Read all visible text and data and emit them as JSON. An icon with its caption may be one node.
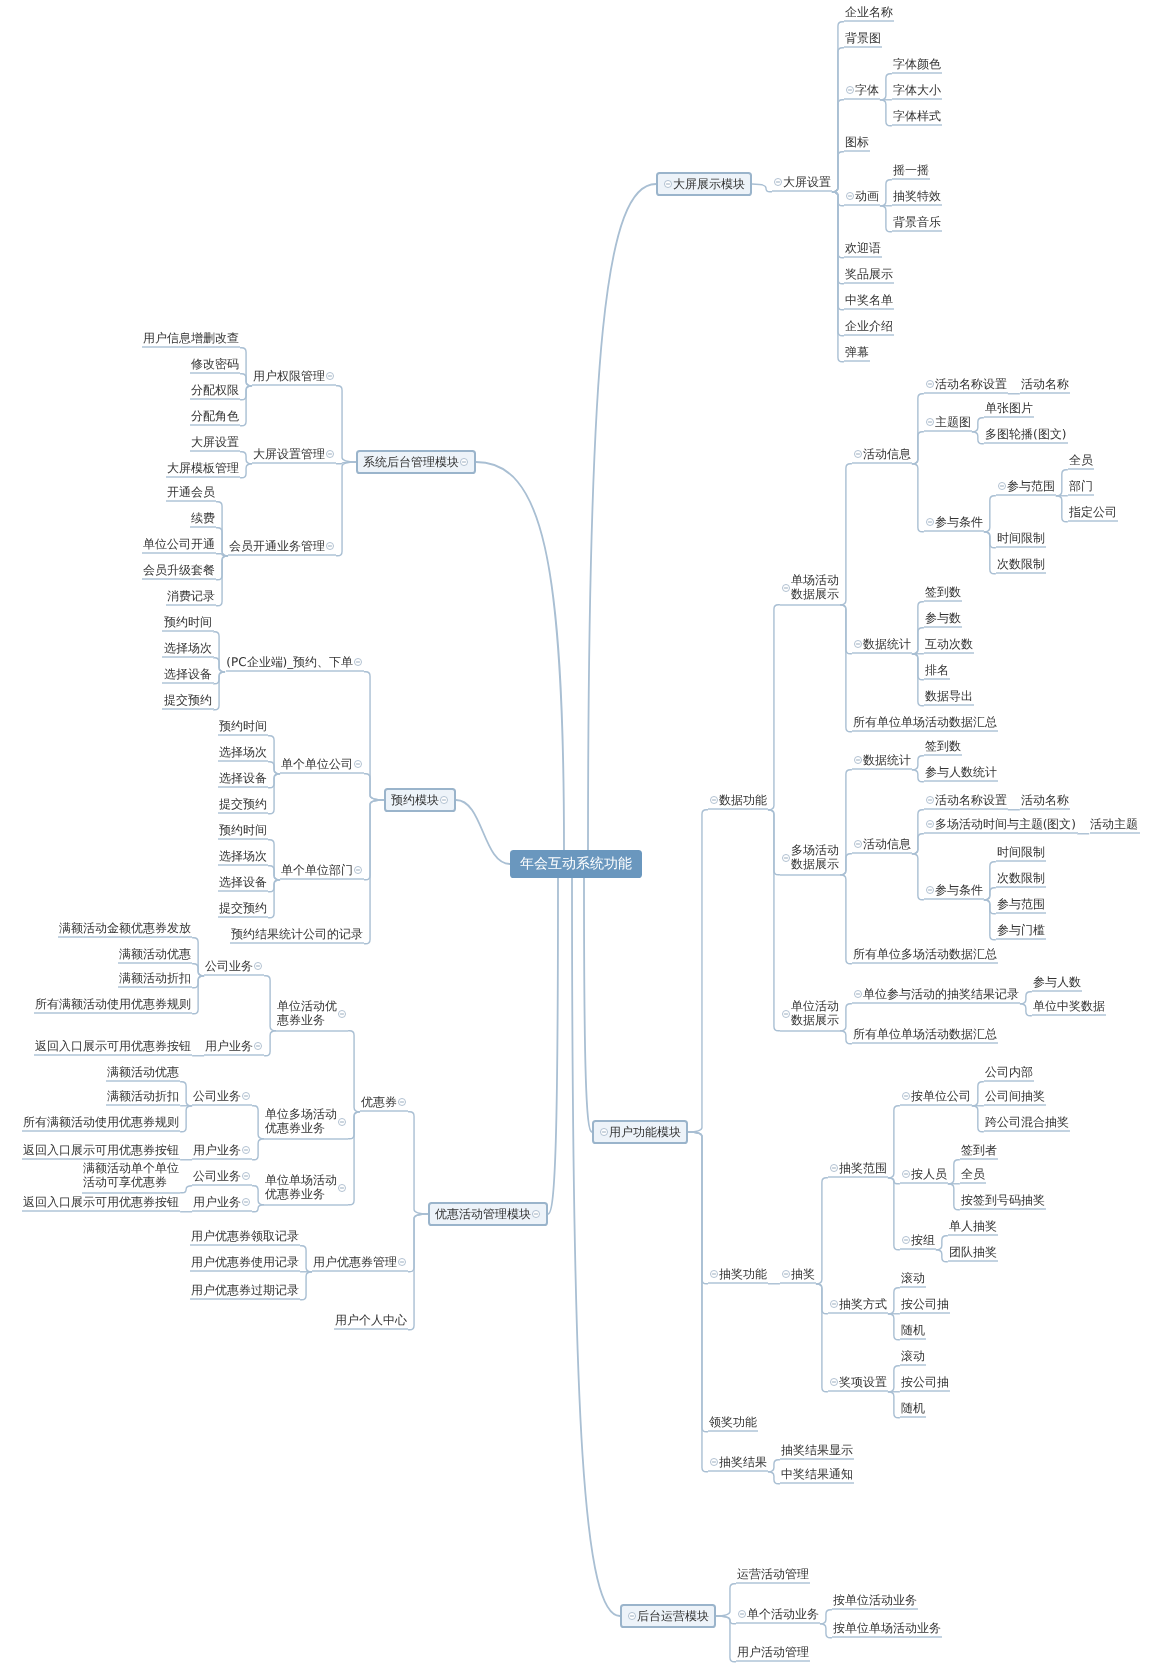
{
  "diagram": {
    "nodes": [
      {
        "text": [
          "年会互动系统功能"
        ]
      },
      {
        "text": [
          "大屏展示模块"
        ]
      },
      {
        "text": [
          "大屏设置"
        ]
      },
      {
        "text": [
          "企业名称"
        ]
      },
      {
        "text": [
          "背景图"
        ]
      },
      {
        "text": [
          "字体"
        ]
      },
      {
        "text": [
          "字体颜色"
        ]
      },
      {
        "text": [
          "字体大小"
        ]
      },
      {
        "text": [
          "字体样式"
        ]
      },
      {
        "text": [
          "图标"
        ]
      },
      {
        "text": [
          "动画"
        ]
      },
      {
        "text": [
          "摇一摇"
        ]
      },
      {
        "text": [
          "抽奖特效"
        ]
      },
      {
        "text": [
          "背景音乐"
        ]
      },
      {
        "text": [
          "欢迎语"
        ]
      },
      {
        "text": [
          "奖品展示"
        ]
      },
      {
        "text": [
          "中奖名单"
        ]
      },
      {
        "text": [
          "企业介绍"
        ]
      },
      {
        "text": [
          "弹幕"
        ]
      },
      {
        "text": [
          "用户功能模块"
        ]
      },
      {
        "text": [
          "数据功能"
        ]
      },
      {
        "text": [
          "单场活动数据展示"
        ]
      },
      {
        "text": [
          "活动信息"
        ]
      },
      {
        "text": [
          "活动名称设置"
        ]
      },
      {
        "text": [
          "活动名称"
        ]
      },
      {
        "text": [
          "主题图"
        ]
      },
      {
        "text": [
          "单张图片"
        ]
      },
      {
        "text": [
          "多图轮播(图文)"
        ]
      },
      {
        "text": [
          "参与条件"
        ]
      },
      {
        "text": [
          "参与范围"
        ]
      },
      {
        "text": [
          "全员"
        ]
      },
      {
        "text": [
          "部门"
        ]
      },
      {
        "text": [
          "指定公司"
        ]
      },
      {
        "text": [
          "时间限制"
        ]
      },
      {
        "text": [
          "次数限制"
        ]
      },
      {
        "text": [
          "数据统计"
        ]
      },
      {
        "text": [
          "签到数"
        ]
      },
      {
        "text": [
          "参与数"
        ]
      },
      {
        "text": [
          "互动次数"
        ]
      },
      {
        "text": [
          "排名"
        ]
      },
      {
        "text": [
          "数据导出"
        ]
      },
      {
        "text": [
          "所有单位单场活动数据汇总"
        ]
      },
      {
        "text": [
          "多场活动数据展示"
        ]
      },
      {
        "text": [
          "数据统计"
        ]
      },
      {
        "text": [
          "签到数"
        ]
      },
      {
        "text": [
          "参与人数统计"
        ]
      },
      {
        "text": [
          "活动信息"
        ]
      },
      {
        "text": [
          "活动名称设置"
        ]
      },
      {
        "text": [
          "活动名称"
        ]
      },
      {
        "text": [
          "多场活动时间与主题(图文)"
        ]
      },
      {
        "text": [
          "活动主题"
        ]
      },
      {
        "text": [
          "参与条件"
        ]
      },
      {
        "text": [
          "时间限制"
        ]
      },
      {
        "text": [
          "次数限制"
        ]
      },
      {
        "text": [
          "参与范围"
        ]
      },
      {
        "text": [
          "参与门槛"
        ]
      },
      {
        "text": [
          "所有单位多场活动数据汇总"
        ]
      },
      {
        "text": [
          "单位活动数据展示"
        ]
      },
      {
        "text": [
          "单位参与活动的抽奖结果记录"
        ]
      },
      {
        "text": [
          "参与人数"
        ]
      },
      {
        "text": [
          "单位中奖数据"
        ]
      },
      {
        "text": [
          "所有单位单场活动数据汇总"
        ]
      },
      {
        "text": [
          "抽奖功能"
        ]
      },
      {
        "text": [
          "抽奖"
        ]
      },
      {
        "text": [
          "抽奖范围"
        ]
      },
      {
        "text": [
          "按单位公司"
        ]
      },
      {
        "text": [
          "公司内部"
        ]
      },
      {
        "text": [
          "公司间抽奖"
        ]
      },
      {
        "text": [
          "跨公司混合抽奖"
        ]
      },
      {
        "text": [
          "按人员"
        ]
      },
      {
        "text": [
          "签到者"
        ]
      },
      {
        "text": [
          "全员"
        ]
      },
      {
        "text": [
          "按签到号码抽奖"
        ]
      },
      {
        "text": [
          "按组"
        ]
      },
      {
        "text": [
          "单人抽奖"
        ]
      },
      {
        "text": [
          "团队抽奖"
        ]
      },
      {
        "text": [
          "抽奖方式"
        ]
      },
      {
        "text": [
          "滚动"
        ]
      },
      {
        "text": [
          "按公司抽"
        ]
      },
      {
        "text": [
          "随机"
        ]
      },
      {
        "text": [
          "奖项设置"
        ]
      },
      {
        "text": [
          "滚动"
        ]
      },
      {
        "text": [
          "按公司抽"
        ]
      },
      {
        "text": [
          "随机"
        ]
      },
      {
        "text": [
          "领奖功能"
        ]
      },
      {
        "text": [
          "抽奖结果"
        ]
      },
      {
        "text": [
          "抽奖结果显示"
        ]
      },
      {
        "text": [
          "中奖结果通知"
        ]
      },
      {
        "text": [
          "后台运营模块"
        ]
      },
      {
        "text": [
          "运营活动管理"
        ]
      },
      {
        "text": [
          "单个活动业务"
        ]
      },
      {
        "text": [
          "按单位活动业务"
        ]
      },
      {
        "text": [
          "按单位单场活动业务"
        ]
      },
      {
        "text": [
          "用户活动管理"
        ]
      },
      {
        "text": [
          "系统后台管理模块"
        ]
      },
      {
        "text": [
          "用户权限管理"
        ]
      },
      {
        "text": [
          "用户信息增删改查"
        ]
      },
      {
        "text": [
          "修改密码"
        ]
      },
      {
        "text": [
          "分配权限"
        ]
      },
      {
        "text": [
          "分配角色"
        ]
      },
      {
        "text": [
          "大屏设置管理"
        ]
      },
      {
        "text": [
          "大屏设置"
        ]
      },
      {
        "text": [
          "大屏模板管理"
        ]
      },
      {
        "text": [
          "会员开通业务管理"
        ]
      },
      {
        "text": [
          "开通会员"
        ]
      },
      {
        "text": [
          "续费"
        ]
      },
      {
        "text": [
          "单位公司开通"
        ]
      },
      {
        "text": [
          "会员升级套餐"
        ]
      },
      {
        "text": [
          "消费记录"
        ]
      },
      {
        "text": [
          "预约模块"
        ]
      },
      {
        "text": [
          "(PC企业端)_预约、下单"
        ]
      },
      {
        "text": [
          "预约时间"
        ]
      },
      {
        "text": [
          "选择场次"
        ]
      },
      {
        "text": [
          "选择设备"
        ]
      },
      {
        "text": [
          "提交预约"
        ]
      },
      {
        "text": [
          "单个单位公司"
        ]
      },
      {
        "text": [
          "预约时间"
        ]
      },
      {
        "text": [
          "选择场次"
        ]
      },
      {
        "text": [
          "选择设备"
        ]
      },
      {
        "text": [
          "提交预约"
        ]
      },
      {
        "text": [
          "单个单位部门"
        ]
      },
      {
        "text": [
          "预约时间"
        ]
      },
      {
        "text": [
          "选择场次"
        ]
      },
      {
        "text": [
          "选择设备"
        ]
      },
      {
        "text": [
          "提交预约"
        ]
      },
      {
        "text": [
          "预约结果统计公司的记录"
        ]
      },
      {
        "text": [
          "优惠活动管理模块"
        ]
      },
      {
        "text": [
          "优惠券"
        ]
      },
      {
        "text": [
          "单位活动优惠券业务"
        ]
      },
      {
        "text": [
          "公司业务"
        ]
      },
      {
        "text": [
          "满额活动金额优惠券发放"
        ]
      },
      {
        "text": [
          "满额活动优惠"
        ]
      },
      {
        "text": [
          "满额活动折扣"
        ]
      },
      {
        "text": [
          "所有满额活动使用优惠券规则"
        ]
      },
      {
        "text": [
          "用户业务"
        ]
      },
      {
        "text": [
          "返回入口展示可用优惠券按钮"
        ]
      },
      {
        "text": [
          "单位多场活动优惠券业务"
        ]
      },
      {
        "text": [
          "公司业务"
        ]
      },
      {
        "text": [
          "满额活动优惠"
        ]
      },
      {
        "text": [
          "满额活动折扣"
        ]
      },
      {
        "text": [
          "所有满额活动使用优惠券规则"
        ]
      },
      {
        "text": [
          "用户业务"
        ]
      },
      {
        "text": [
          "返回入口展示可用优惠券按钮"
        ]
      },
      {
        "text": [
          "单位单场活动优惠券业务"
        ]
      },
      {
        "text": [
          "公司业务"
        ]
      },
      {
        "text": [
          "满额活动单个单位活动可享优惠券"
        ]
      },
      {
        "text": [
          "用户业务"
        ]
      },
      {
        "text": [
          "返回入口展示可用优惠券按钮"
        ]
      },
      {
        "text": [
          "用户优惠券管理"
        ]
      },
      {
        "text": [
          "用户优惠券领取记录"
        ]
      },
      {
        "text": [
          "用户优惠券使用记录"
        ]
      },
      {
        "text": [
          "用户优惠券过期记录"
        ]
      },
      {
        "text": [
          "用户个人中心"
        ]
      }
    ],
    "edges": [
      {
        "from": 0,
        "to": 1,
        "arrow": "none"
      },
      {
        "from": 1,
        "to": 2,
        "arrow": "none"
      },
      {
        "from": 2,
        "to": 3,
        "arrow": "none"
      },
      {
        "from": 2,
        "to": 4,
        "arrow": "none"
      },
      {
        "from": 2,
        "to": 5,
        "arrow": "none"
      },
      {
        "from": 5,
        "to": 6,
        "arrow": "none"
      },
      {
        "from": 5,
        "to": 7,
        "arrow": "none"
      },
      {
        "from": 5,
        "to": 8,
        "arrow": "none"
      },
      {
        "from": 2,
        "to": 9,
        "arrow": "none"
      },
      {
        "from": 2,
        "to": 10,
        "arrow": "none"
      },
      {
        "from": 10,
        "to": 11,
        "arrow": "none"
      },
      {
        "from": 10,
        "to": 12,
        "arrow": "none"
      },
      {
        "from": 10,
        "to": 13,
        "arrow": "none"
      },
      {
        "from": 2,
        "to": 14,
        "arrow": "none"
      },
      {
        "from": 2,
        "to": 15,
        "arrow": "none"
      },
      {
        "from": 2,
        "to": 16,
        "arrow": "none"
      },
      {
        "from": 2,
        "to": 17,
        "arrow": "none"
      },
      {
        "from": 2,
        "to": 18,
        "arrow": "none"
      },
      {
        "from": 0,
        "to": 19,
        "arrow": "none"
      },
      {
        "from": 19,
        "to": 20,
        "arrow": "none"
      },
      {
        "from": 20,
        "to": 21,
        "arrow": "none"
      },
      {
        "from": 21,
        "to": 22,
        "arrow": "none"
      },
      {
        "from": 22,
        "to": 23,
        "arrow": "none"
      },
      {
        "from": 23,
        "to": 24,
        "arrow": "none"
      },
      {
        "from": 22,
        "to": 25,
        "arrow": "none"
      },
      {
        "from": 25,
        "to": 26,
        "arrow": "none"
      },
      {
        "from": 25,
        "to": 27,
        "arrow": "none"
      },
      {
        "from": 22,
        "to": 28,
        "arrow": "none"
      },
      {
        "from": 28,
        "to": 29,
        "arrow": "none"
      },
      {
        "from": 29,
        "to": 30,
        "arrow": "none"
      },
      {
        "from": 29,
        "to": 31,
        "arrow": "none"
      },
      {
        "from": 29,
        "to": 32,
        "arrow": "none"
      },
      {
        "from": 28,
        "to": 33,
        "arrow": "none"
      },
      {
        "from": 28,
        "to": 34,
        "arrow": "none"
      },
      {
        "from": 21,
        "to": 35,
        "arrow": "none"
      },
      {
        "from": 35,
        "to": 36,
        "arrow": "none"
      },
      {
        "from": 35,
        "to": 37,
        "arrow": "none"
      },
      {
        "from": 35,
        "to": 38,
        "arrow": "none"
      },
      {
        "from": 35,
        "to": 39,
        "arrow": "none"
      },
      {
        "from": 35,
        "to": 40,
        "arrow": "none"
      },
      {
        "from": 21,
        "to": 41,
        "arrow": "none"
      },
      {
        "from": 20,
        "to": 42,
        "arrow": "none"
      },
      {
        "from": 42,
        "to": 43,
        "arrow": "none"
      },
      {
        "from": 43,
        "to": 44,
        "arrow": "none"
      },
      {
        "from": 43,
        "to": 45,
        "arrow": "none"
      },
      {
        "from": 42,
        "to": 46,
        "arrow": "none"
      },
      {
        "from": 46,
        "to": 47,
        "arrow": "none"
      },
      {
        "from": 47,
        "to": 48,
        "arrow": "none"
      },
      {
        "from": 46,
        "to": 49,
        "arrow": "none"
      },
      {
        "from": 49,
        "to": 50,
        "arrow": "none"
      },
      {
        "from": 46,
        "to": 51,
        "arrow": "none"
      },
      {
        "from": 51,
        "to": 52,
        "arrow": "none"
      },
      {
        "from": 51,
        "to": 53,
        "arrow": "none"
      },
      {
        "from": 51,
        "to": 54,
        "arrow": "none"
      },
      {
        "from": 51,
        "to": 55,
        "arrow": "none"
      },
      {
        "from": 42,
        "to": 56,
        "arrow": "none"
      },
      {
        "from": 20,
        "to": 57,
        "arrow": "none"
      },
      {
        "from": 57,
        "to": 58,
        "arrow": "none"
      },
      {
        "from": 58,
        "to": 59,
        "arrow": "none"
      },
      {
        "from": 58,
        "to": 60,
        "arrow": "none"
      },
      {
        "from": 57,
        "to": 61,
        "arrow": "none"
      },
      {
        "from": 19,
        "to": 62,
        "arrow": "none"
      },
      {
        "from": 62,
        "to": 63,
        "arrow": "none"
      },
      {
        "from": 63,
        "to": 64,
        "arrow": "none"
      },
      {
        "from": 64,
        "to": 65,
        "arrow": "none"
      },
      {
        "from": 65,
        "to": 66,
        "arrow": "none"
      },
      {
        "from": 65,
        "to": 67,
        "arrow": "none"
      },
      {
        "from": 65,
        "to": 68,
        "arrow": "none"
      },
      {
        "from": 64,
        "to": 69,
        "arrow": "none"
      },
      {
        "from": 69,
        "to": 70,
        "arrow": "none"
      },
      {
        "from": 69,
        "to": 71,
        "arrow": "none"
      },
      {
        "from": 69,
        "to": 72,
        "arrow": "none"
      },
      {
        "from": 64,
        "to": 73,
        "arrow": "none"
      },
      {
        "from": 73,
        "to": 74,
        "arrow": "none"
      },
      {
        "from": 73,
        "to": 75,
        "arrow": "none"
      },
      {
        "from": 63,
        "to": 76,
        "arrow": "none"
      },
      {
        "from": 76,
        "to": 77,
        "arrow": "none"
      },
      {
        "from": 76,
        "to": 78,
        "arrow": "none"
      },
      {
        "from": 76,
        "to": 79,
        "arrow": "none"
      },
      {
        "from": 63,
        "to": 80,
        "arrow": "none"
      },
      {
        "from": 80,
        "to": 81,
        "arrow": "none"
      },
      {
        "from": 80,
        "to": 82,
        "arrow": "none"
      },
      {
        "from": 80,
        "to": 83,
        "arrow": "none"
      },
      {
        "from": 19,
        "to": 84,
        "arrow": "none"
      },
      {
        "from": 19,
        "to": 85,
        "arrow": "none"
      },
      {
        "from": 85,
        "to": 86,
        "arrow": "none"
      },
      {
        "from": 85,
        "to": 87,
        "arrow": "none"
      },
      {
        "from": 0,
        "to": 88,
        "arrow": "none"
      },
      {
        "from": 88,
        "to": 89,
        "arrow": "none"
      },
      {
        "from": 88,
        "to": 90,
        "arrow": "none"
      },
      {
        "from": 90,
        "to": 91,
        "arrow": "none"
      },
      {
        "from": 90,
        "to": 92,
        "arrow": "none"
      },
      {
        "from": 88,
        "to": 93,
        "arrow": "none"
      },
      {
        "from": 0,
        "to": 94,
        "arrow": "none"
      },
      {
        "from": 94,
        "to": 95,
        "arrow": "none"
      },
      {
        "from": 95,
        "to": 96,
        "arrow": "none"
      },
      {
        "from": 95,
        "to": 97,
        "arrow": "none"
      },
      {
        "from": 95,
        "to": 98,
        "arrow": "none"
      },
      {
        "from": 95,
        "to": 99,
        "arrow": "none"
      },
      {
        "from": 94,
        "to": 100,
        "arrow": "none"
      },
      {
        "from": 100,
        "to": 101,
        "arrow": "none"
      },
      {
        "from": 100,
        "to": 102,
        "arrow": "none"
      },
      {
        "from": 94,
        "to": 103,
        "arrow": "none"
      },
      {
        "from": 103,
        "to": 104,
        "arrow": "none"
      },
      {
        "from": 103,
        "to": 105,
        "arrow": "none"
      },
      {
        "from": 103,
        "to": 106,
        "arrow": "none"
      },
      {
        "from": 103,
        "to": 107,
        "arrow": "none"
      },
      {
        "from": 103,
        "to": 108,
        "arrow": "none"
      },
      {
        "from": 0,
        "to": 109,
        "arrow": "none"
      },
      {
        "from": 109,
        "to": 110,
        "arrow": "none"
      },
      {
        "from": 110,
        "to": 111,
        "arrow": "none"
      },
      {
        "from": 110,
        "to": 112,
        "arrow": "none"
      },
      {
        "from": 110,
        "to": 113,
        "arrow": "none"
      },
      {
        "from": 110,
        "to": 114,
        "arrow": "none"
      },
      {
        "from": 109,
        "to": 115,
        "arrow": "none"
      },
      {
        "from": 115,
        "to": 116,
        "arrow": "none"
      },
      {
        "from": 115,
        "to": 117,
        "arrow": "none"
      },
      {
        "from": 115,
        "to": 118,
        "arrow": "none"
      },
      {
        "from": 115,
        "to": 119,
        "arrow": "none"
      },
      {
        "from": 109,
        "to": 120,
        "arrow": "none"
      },
      {
        "from": 120,
        "to": 121,
        "arrow": "none"
      },
      {
        "from": 120,
        "to": 122,
        "arrow": "none"
      },
      {
        "from": 120,
        "to": 123,
        "arrow": "none"
      },
      {
        "from": 120,
        "to": 124,
        "arrow": "none"
      },
      {
        "from": 109,
        "to": 125,
        "arrow": "none"
      },
      {
        "from": 0,
        "to": 126,
        "arrow": "none"
      },
      {
        "from": 126,
        "to": 127,
        "arrow": "none"
      },
      {
        "from": 127,
        "to": 128,
        "arrow": "none"
      },
      {
        "from": 128,
        "to": 129,
        "arrow": "none"
      },
      {
        "from": 129,
        "to": 130,
        "arrow": "none"
      },
      {
        "from": 129,
        "to": 131,
        "arrow": "none"
      },
      {
        "from": 129,
        "to": 132,
        "arrow": "none"
      },
      {
        "from": 129,
        "to": 133,
        "arrow": "none"
      },
      {
        "from": 128,
        "to": 134,
        "arrow": "none"
      },
      {
        "from": 134,
        "to": 135,
        "arrow": "none"
      },
      {
        "from": 127,
        "to": 136,
        "arrow": "none"
      },
      {
        "from": 136,
        "to": 137,
        "arrow": "none"
      },
      {
        "from": 137,
        "to": 138,
        "arrow": "none"
      },
      {
        "from": 137,
        "to": 139,
        "arrow": "none"
      },
      {
        "from": 137,
        "to": 140,
        "arrow": "none"
      },
      {
        "from": 136,
        "to": 141,
        "arrow": "none"
      },
      {
        "from": 141,
        "to": 142,
        "arrow": "none"
      },
      {
        "from": 127,
        "to": 143,
        "arrow": "none"
      },
      {
        "from": 143,
        "to": 144,
        "arrow": "none"
      },
      {
        "from": 144,
        "to": 145,
        "arrow": "none"
      },
      {
        "from": 143,
        "to": 146,
        "arrow": "none"
      },
      {
        "from": 146,
        "to": 147,
        "arrow": "none"
      },
      {
        "from": 126,
        "to": 148,
        "arrow": "none"
      },
      {
        "from": 148,
        "to": 149,
        "arrow": "none"
      },
      {
        "from": 148,
        "to": 150,
        "arrow": "none"
      },
      {
        "from": 148,
        "to": 151,
        "arrow": "none"
      },
      {
        "from": 126,
        "to": 152,
        "arrow": "none"
      }
    ]
  }
}
